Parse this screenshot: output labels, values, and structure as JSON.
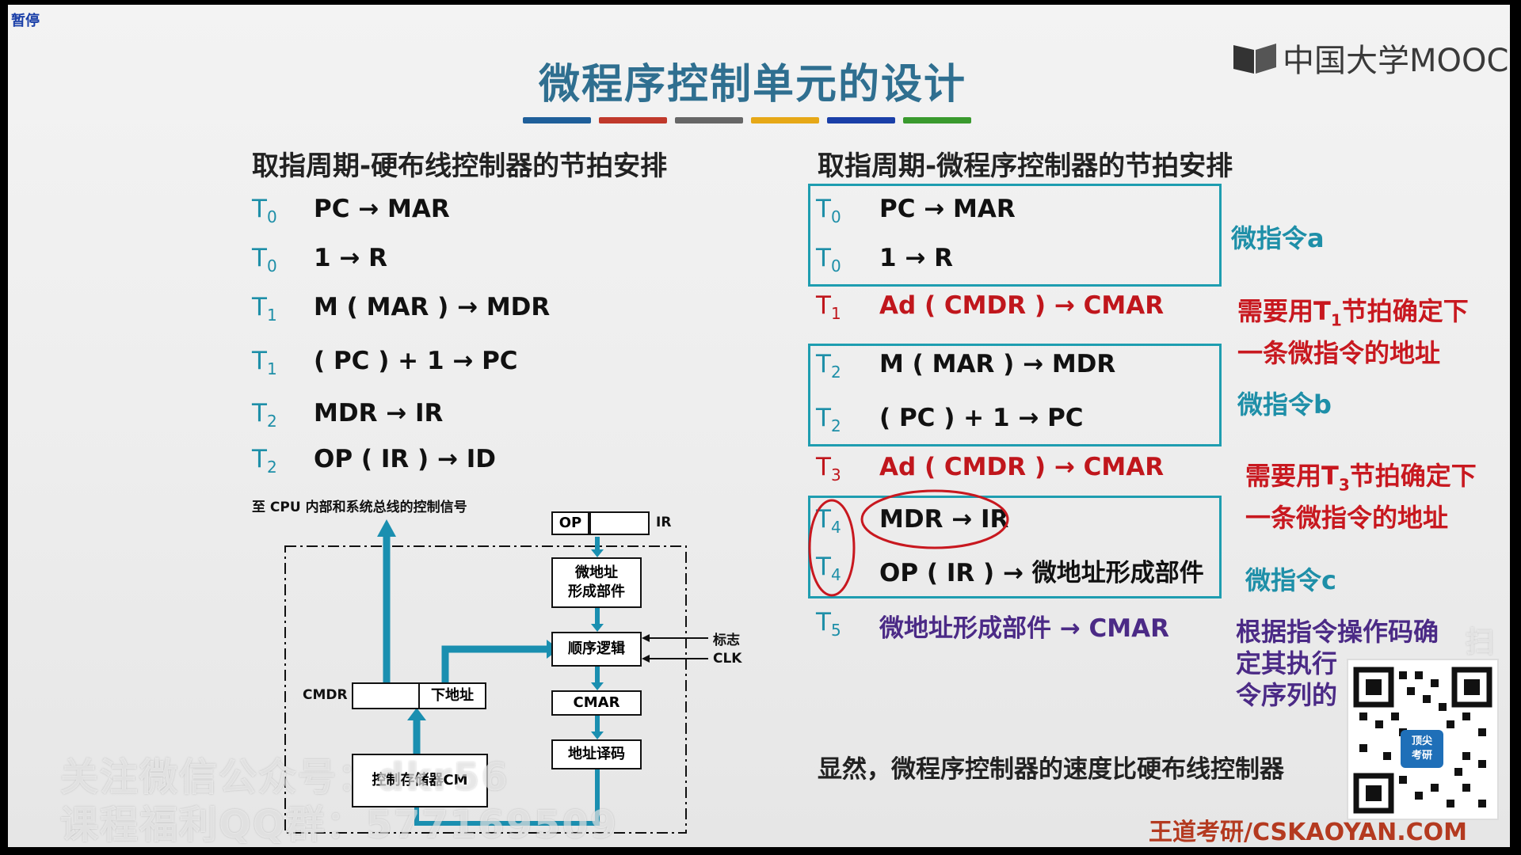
{
  "overlay": {
    "pause_label": "暂停"
  },
  "logo": {
    "text": "中国大学MOOC"
  },
  "title": "微程序控制单元的设计",
  "colors": {
    "title": "#2f6f90",
    "cyan": "#1e9db0",
    "red": "#c0161c",
    "purple": "#4b2a86",
    "bars": [
      "#1f5f9a",
      "#c0392b",
      "#666666",
      "#e6a817",
      "#1a3fa8",
      "#3a9a2e"
    ]
  },
  "left": {
    "heading": "取指周期-硬布线控制器的节拍安排",
    "rows": [
      {
        "t": "T",
        "sub": "0",
        "op": "PC → MAR"
      },
      {
        "t": "T",
        "sub": "0",
        "op": "1 → R"
      },
      {
        "t": "T",
        "sub": "1",
        "op": "M ( MAR ) → MDR"
      },
      {
        "t": "T",
        "sub": "1",
        "op": "( PC ) + 1 → PC"
      },
      {
        "t": "T",
        "sub": "2",
        "op": "MDR → IR"
      },
      {
        "t": "T",
        "sub": "2",
        "op": "OP ( IR ) → ID"
      }
    ]
  },
  "right": {
    "heading": "取指周期-微程序控制器的节拍安排",
    "rows": [
      {
        "t": "T",
        "sub": "0",
        "op": "PC → MAR",
        "style": "normal"
      },
      {
        "t": "T",
        "sub": "0",
        "op": "1 → R",
        "style": "normal"
      },
      {
        "t": "T",
        "sub": "1",
        "op": "Ad ( CMDR ) → CMAR",
        "style": "red"
      },
      {
        "t": "T",
        "sub": "2",
        "op": "M ( MAR ) → MDR",
        "style": "normal"
      },
      {
        "t": "T",
        "sub": "2",
        "op": "( PC ) + 1 → PC",
        "style": "normal"
      },
      {
        "t": "T",
        "sub": "3",
        "op": "Ad ( CMDR ) → CMAR",
        "style": "red"
      },
      {
        "t": "T",
        "sub": "4",
        "op": "MDR → IR",
        "style": "normal"
      },
      {
        "t": "T",
        "sub": "4",
        "op": "OP ( IR ) → 微地址形成部件",
        "style": "normal"
      },
      {
        "t": "T",
        "sub": "5",
        "op": "微地址形成部件 → CMAR",
        "style": "purple"
      }
    ],
    "notes": {
      "micro_a": "微指令a",
      "t1_note_line1": "需要用T",
      "t1_note_sub": "1",
      "t1_note_line1b": "节拍确定下",
      "t1_note_line2": "一条微指令的地址",
      "micro_b": "微指令b",
      "t3_note_line1": "需要用T",
      "t3_note_sub": "3",
      "t3_note_line1b": "节拍确定下",
      "t3_note_line2": "一条微指令的地址",
      "micro_c": "微指令c",
      "purple_line1": "根据指令操作码确",
      "purple_line2": "定其执行",
      "purple_line3": "令序列的"
    },
    "conclusion": "显然，微程序控制器的速度比硬布线控制器"
  },
  "diagram": {
    "top_label": "至 CPU 内部和系统总线的控制信号",
    "op": "OP",
    "ir": "IR",
    "micro_addr": [
      "微地址",
      "形成部件"
    ],
    "seq_logic": "顺序逻辑",
    "flag": "标志",
    "clk": "CLK",
    "cmdr": "CMDR",
    "next_addr": "下地址",
    "cmar": "CMAR",
    "addr_decode": "地址译码",
    "cm": "控制存储器CM"
  },
  "watermarks": {
    "line1": "关注微信公众号：dkr56",
    "line2": "课程福利QQ群：577169509",
    "right_fragment": "扫"
  },
  "footer": {
    "text": "王道考研/CSKAOYAN.COM"
  },
  "qr": {
    "label_line1": "顶尖",
    "label_line2": "考研"
  }
}
